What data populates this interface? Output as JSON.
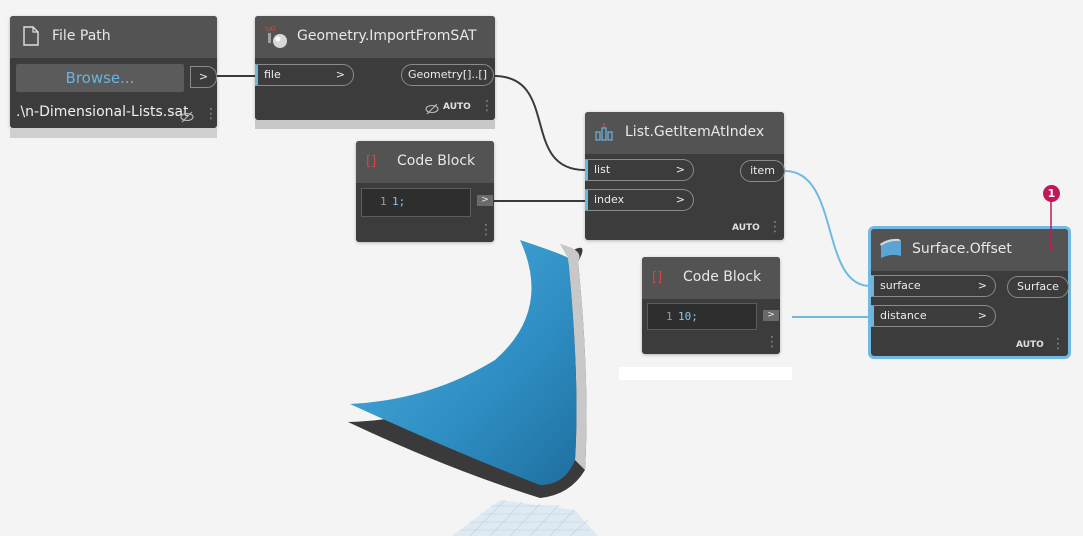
{
  "nodes": {
    "file_path": {
      "title": "File Path",
      "browse_label": "Browse...",
      "out_label": ">",
      "path_value": ".\\n-Dimensional-Lists.sat"
    },
    "import_sat": {
      "title": "Geometry.ImportFromSAT",
      "icon_label": "SAT",
      "input_file": "file",
      "input_chev": ">",
      "output": "Geometry[]..[]",
      "run_mode": "AUTO"
    },
    "code_block_1": {
      "title": "Code Block",
      "bracket": "[]",
      "line_number": "1",
      "code": "1;",
      "out_label": ">"
    },
    "get_item": {
      "title": "List.GetItemAtIndex",
      "input_list": "list",
      "input_index": "index",
      "input_chev": ">",
      "output": "item",
      "run_mode": "AUTO"
    },
    "code_block_2": {
      "title": "Code Block",
      "bracket": "[]",
      "line_number": "1",
      "code": "10;",
      "out_label": ">"
    },
    "surface_offset": {
      "title": "Surface.Offset",
      "input_surface": "surface",
      "input_distance": "distance",
      "input_chev": ">",
      "output": "Surface",
      "run_mode": "AUTO"
    }
  },
  "callout": {
    "number": "1"
  },
  "colors": {
    "canvas": "#f4f4f4",
    "node_body": "#3c3c3c",
    "node_header": "#535353",
    "port_accent": "#6bb6dd",
    "wire_dark": "#3a3a3a",
    "wire_selected": "#72b9e2",
    "badge": "#c2185b",
    "surface_blue": "#2f8fc4"
  },
  "icons": {
    "file_path": "file-icon",
    "import_sat": "sat-import-icon",
    "get_item": "list-icon",
    "surface_offset": "surface-icon",
    "code_block": "code-bracket-icon",
    "hide_preview": "eye-hidden-icon",
    "options": "more-vertical-icon"
  }
}
